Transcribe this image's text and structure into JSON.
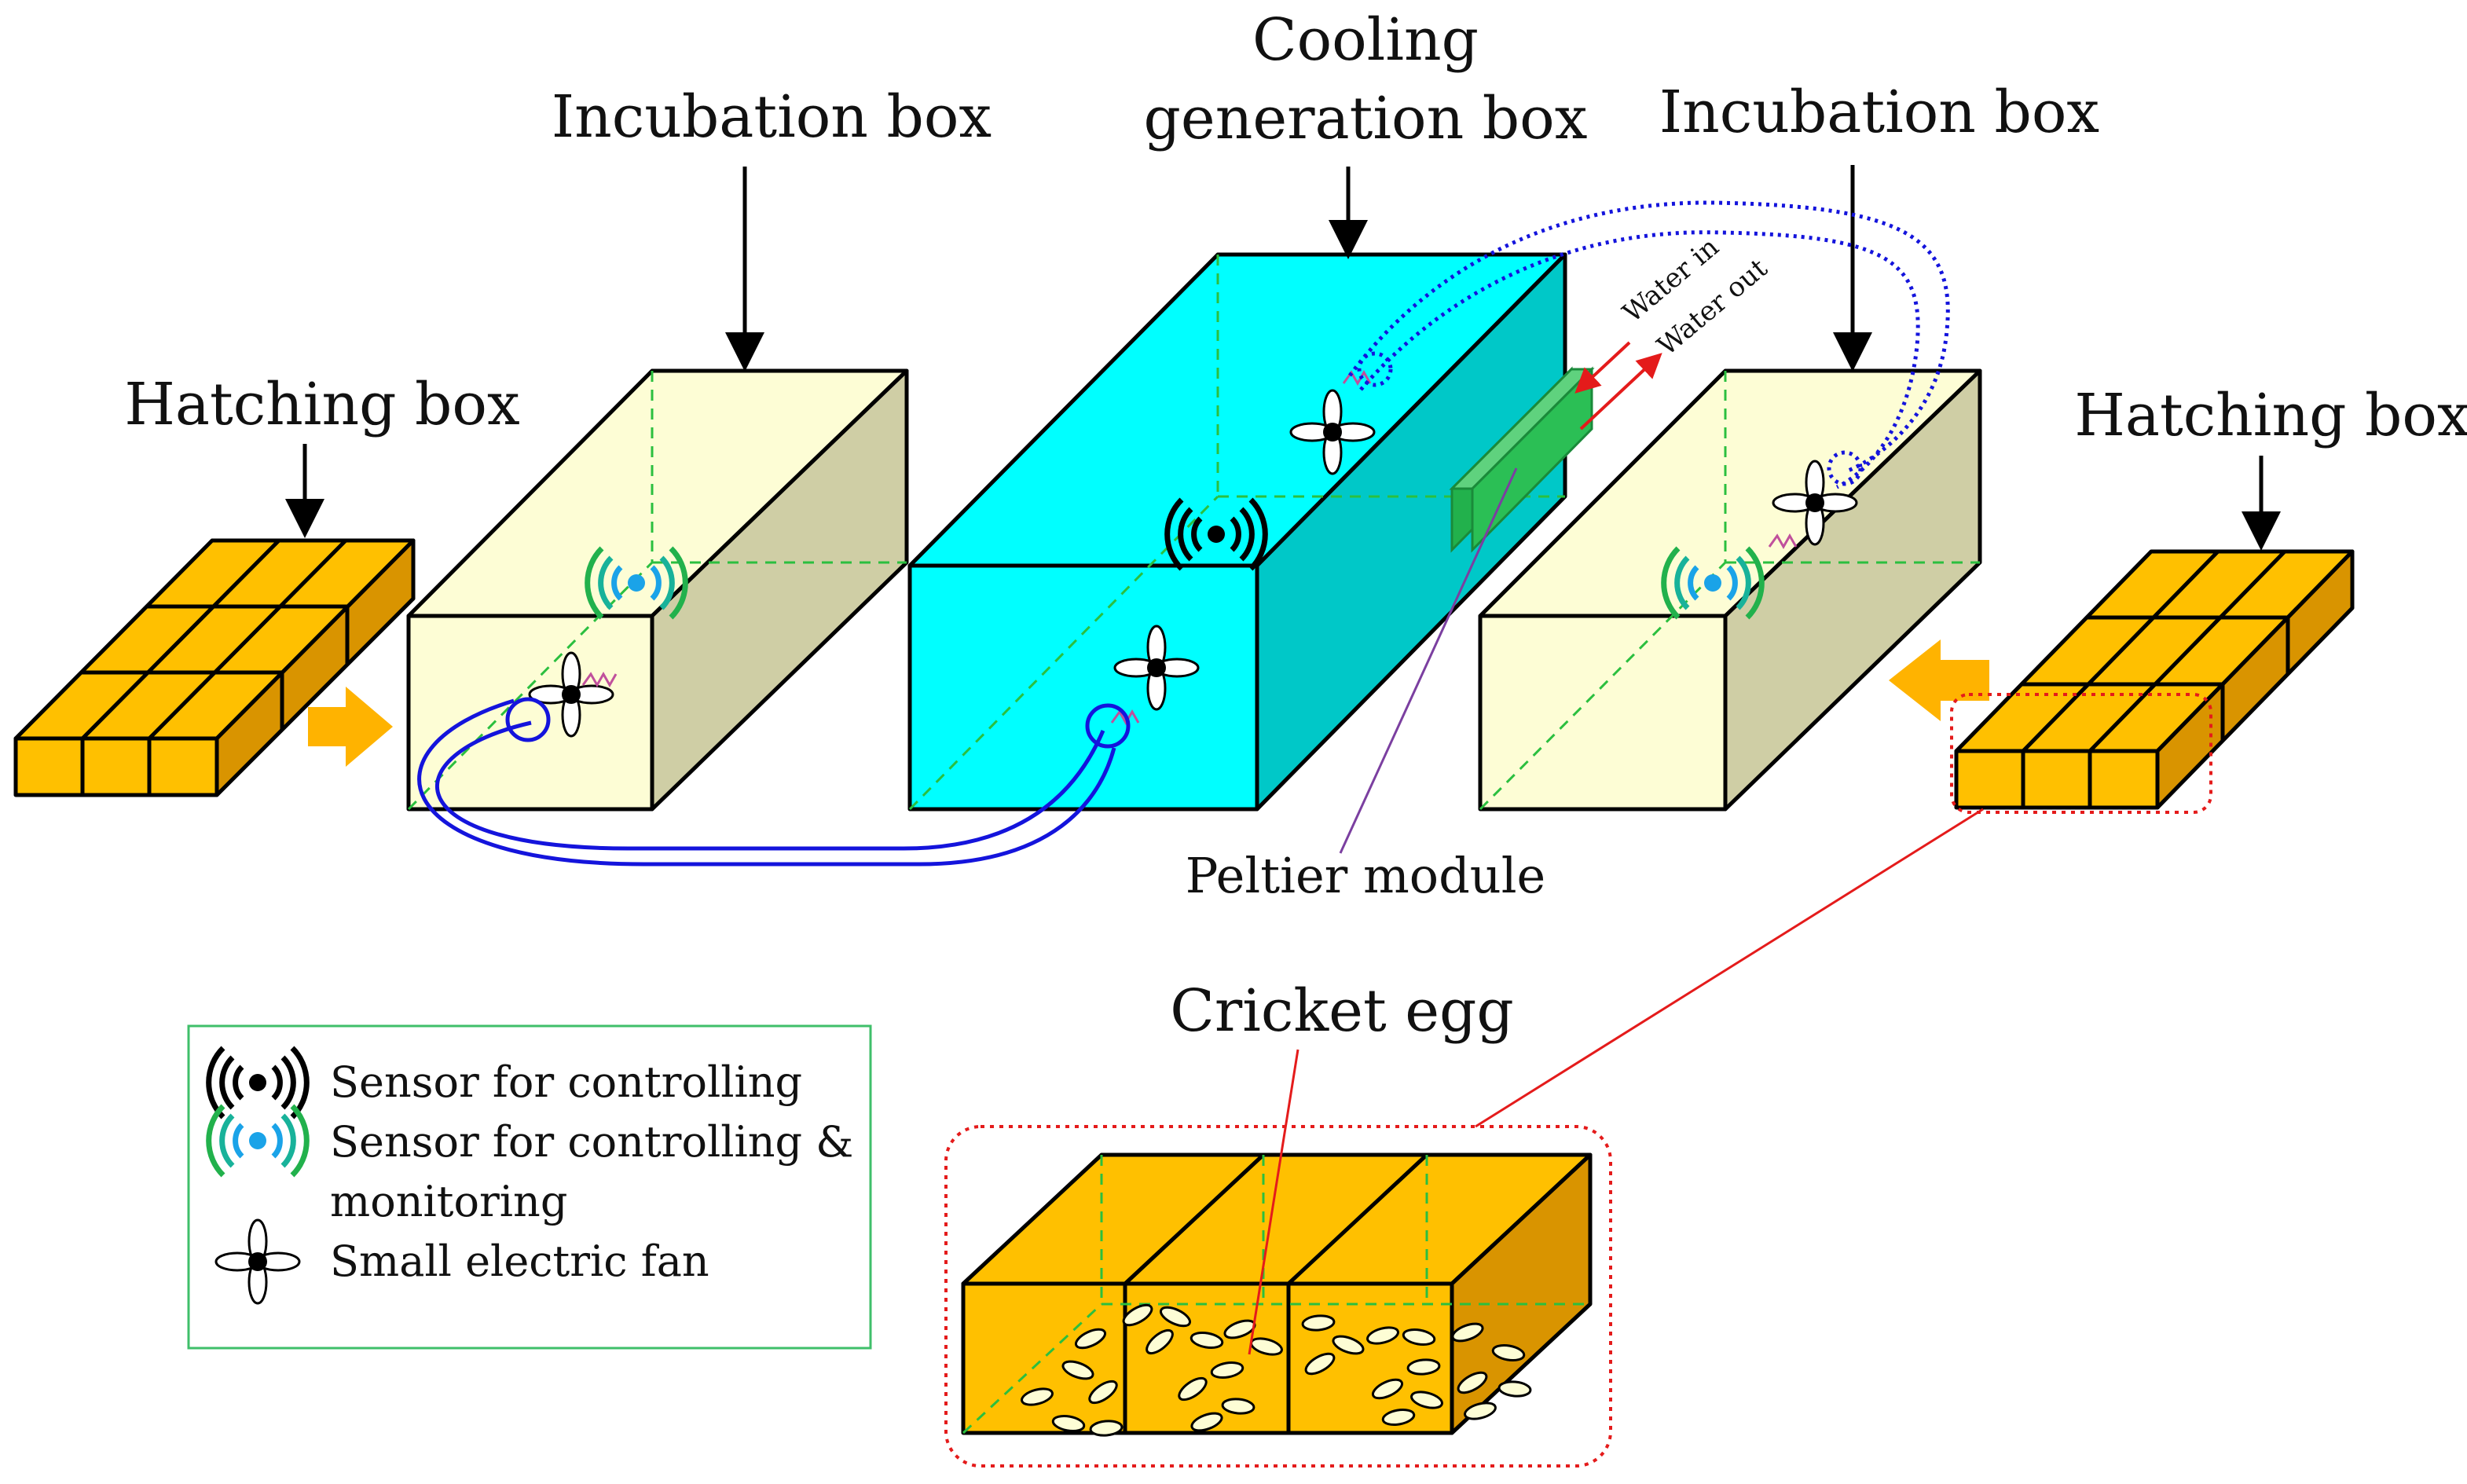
{
  "labels": {
    "hatching_left": "Hatching box",
    "incubation_left": "Incubation box",
    "cooling_line1": "Cooling",
    "cooling_line2": "generation box",
    "incubation_right": "Incubation box",
    "hatching_right": "Hatching box",
    "water_in": "Water in",
    "water_out": "Water out",
    "peltier": "Peltier module",
    "cricket_egg": "Cricket egg"
  },
  "legend": {
    "sensor_control": "Sensor for controlling",
    "sensor_monitor_line1": "Sensor for controlling &",
    "sensor_monitor_line2": "monitoring",
    "fan": "Small electric fan"
  },
  "colors": {
    "hatching_fill": "#ffc000",
    "incubation_front": "#fdfdd5",
    "incubation_side": "#cfcea5",
    "cooling_front": "#00ffff",
    "cooling_side": "#00c8c8",
    "peltier": "#22b14c",
    "water_pipe": "#1414dc",
    "arrow_orange": "#ffb300",
    "legend_border": "#3fbf6a",
    "zoom_outline": "#e41b1b"
  },
  "icons": {
    "sensor_control": "sensor-broadcast-icon",
    "sensor_monitor": "sensor-monitor-icon",
    "fan": "fan-icon"
  }
}
